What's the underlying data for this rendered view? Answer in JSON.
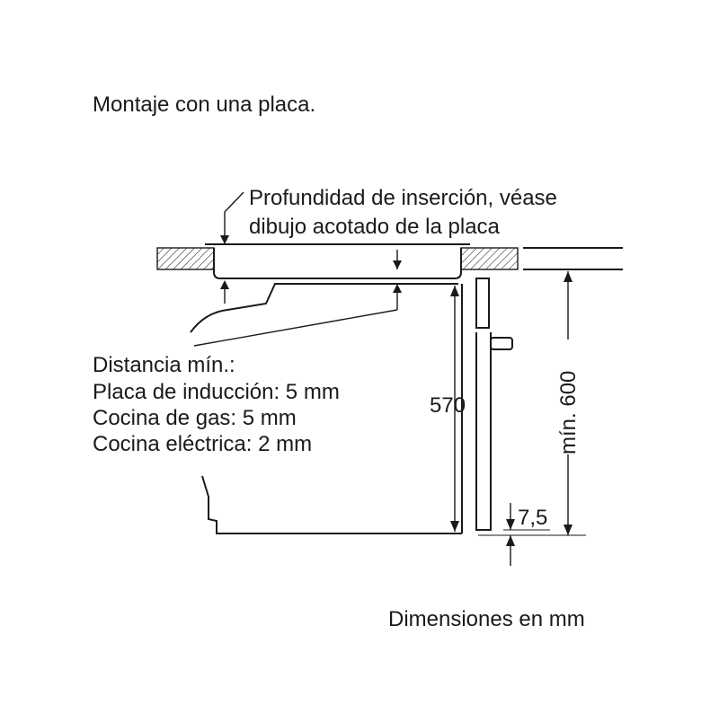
{
  "title": "Montaje con una placa.",
  "callout_depth": {
    "line1": "Profundidad de inserción, véase",
    "line2": "dibujo acotado de la placa"
  },
  "min_distance": {
    "heading": "Distancia mín.:",
    "rows": [
      "Placa de inducción: 5 mm",
      "Cocina de gas: 5 mm",
      "Cocina eléctrica: 2 mm"
    ]
  },
  "dimensions": {
    "height_oven": "570",
    "height_niche_min": "mín. 600",
    "gap_bottom": "7,5"
  },
  "units_note": "Dimensiones en mm"
}
